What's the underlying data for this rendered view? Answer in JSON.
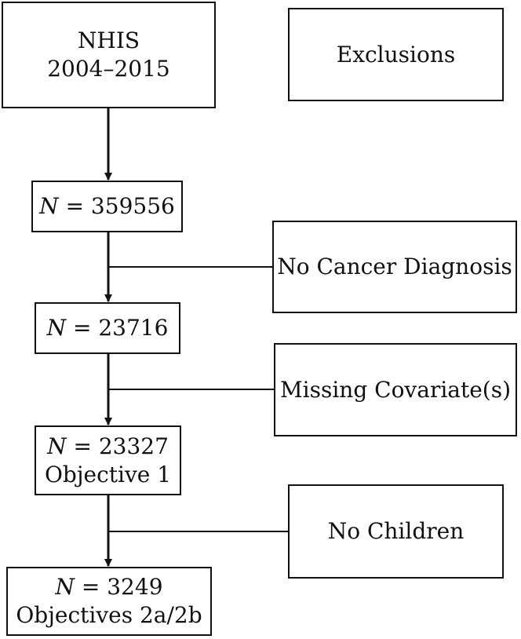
{
  "flow": {
    "source": {
      "line1": "NHIS",
      "line2": "2004–2015"
    },
    "header": {
      "label": "Exclusions"
    },
    "n1": {
      "var": "N",
      "rest": " = 359556"
    },
    "n2": {
      "var": "N",
      "rest": " = 23716"
    },
    "n3": {
      "var": "N",
      "rest": " = 23327",
      "label": "Objective 1"
    },
    "n4": {
      "var": "N",
      "rest": " = 3249",
      "label": "Objectives 2a/2b"
    },
    "exclusions": [
      {
        "label": "No Cancer Diagnosis"
      },
      {
        "label": "Missing Covariate(s)"
      },
      {
        "label": "No Children"
      }
    ]
  },
  "colors": {
    "stroke": "#111111",
    "background": "#ffffff"
  }
}
